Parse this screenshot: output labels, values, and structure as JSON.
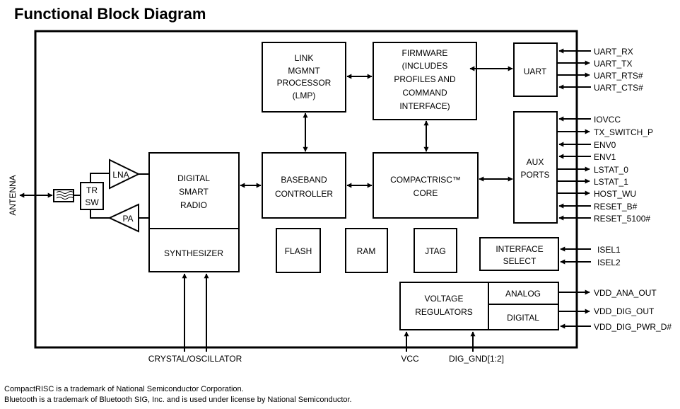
{
  "title": "Functional Block Diagram",
  "blocks": {
    "lmp": [
      "LINK",
      "MGMNT",
      "PROCESSOR",
      "(LMP)"
    ],
    "firmware": [
      "FIRMWARE",
      "(INCLUDES",
      "PROFILES AND",
      "COMMAND",
      "INTERFACE)"
    ],
    "uart": "UART",
    "aux": [
      "AUX",
      "PORTS"
    ],
    "radio": [
      "DIGITAL",
      "SMART",
      "RADIO"
    ],
    "synth": "SYNTHESIZER",
    "baseband": [
      "BASEBAND",
      "CONTROLLER"
    ],
    "core": [
      "COMPACTRISC™",
      "CORE"
    ],
    "flash": "FLASH",
    "ram": "RAM",
    "jtag": "JTAG",
    "iface": [
      "INTERFACE",
      "SELECT"
    ],
    "vreg": [
      "VOLTAGE",
      "REGULATORS"
    ],
    "analog": "ANALOG",
    "digital": "DIGITAL",
    "lna": "LNA",
    "pa": "PA",
    "trsw": [
      "TR",
      "SW"
    ]
  },
  "signals": {
    "uart_rx": "UART_RX",
    "uart_tx": "UART_TX",
    "uart_rts": "UART_RTS#",
    "uart_cts": "UART_CTS#",
    "iovcc": "IOVCC",
    "tx_switch": "TX_SWITCH_P",
    "env0": "ENV0",
    "env1": "ENV1",
    "lstat0": "LSTAT_0",
    "lstat1": "LSTAT_1",
    "host_wu": "HOST_WU",
    "reset_b": "RESET_B#",
    "reset_5100": "RESET_5100#",
    "isel1": "ISEL1",
    "isel2": "ISEL2",
    "vdd_ana": "VDD_ANA_OUT",
    "vdd_dig": "VDD_DIG_OUT",
    "vdd_dig_pwr": "VDD_DIG_PWR_D#",
    "antenna": "ANTENNA",
    "crystal": "CRYSTAL/OSCILLATOR",
    "vcc": "VCC",
    "dig_gnd": "DIG_GND[1:2]"
  },
  "footnotes": [
    "CompactRISC is a trademark of National Semiconductor Corporation.",
    "Bluetooth is a trademark of Bluetooth SIG, Inc. and is used under license by National Semiconductor."
  ]
}
